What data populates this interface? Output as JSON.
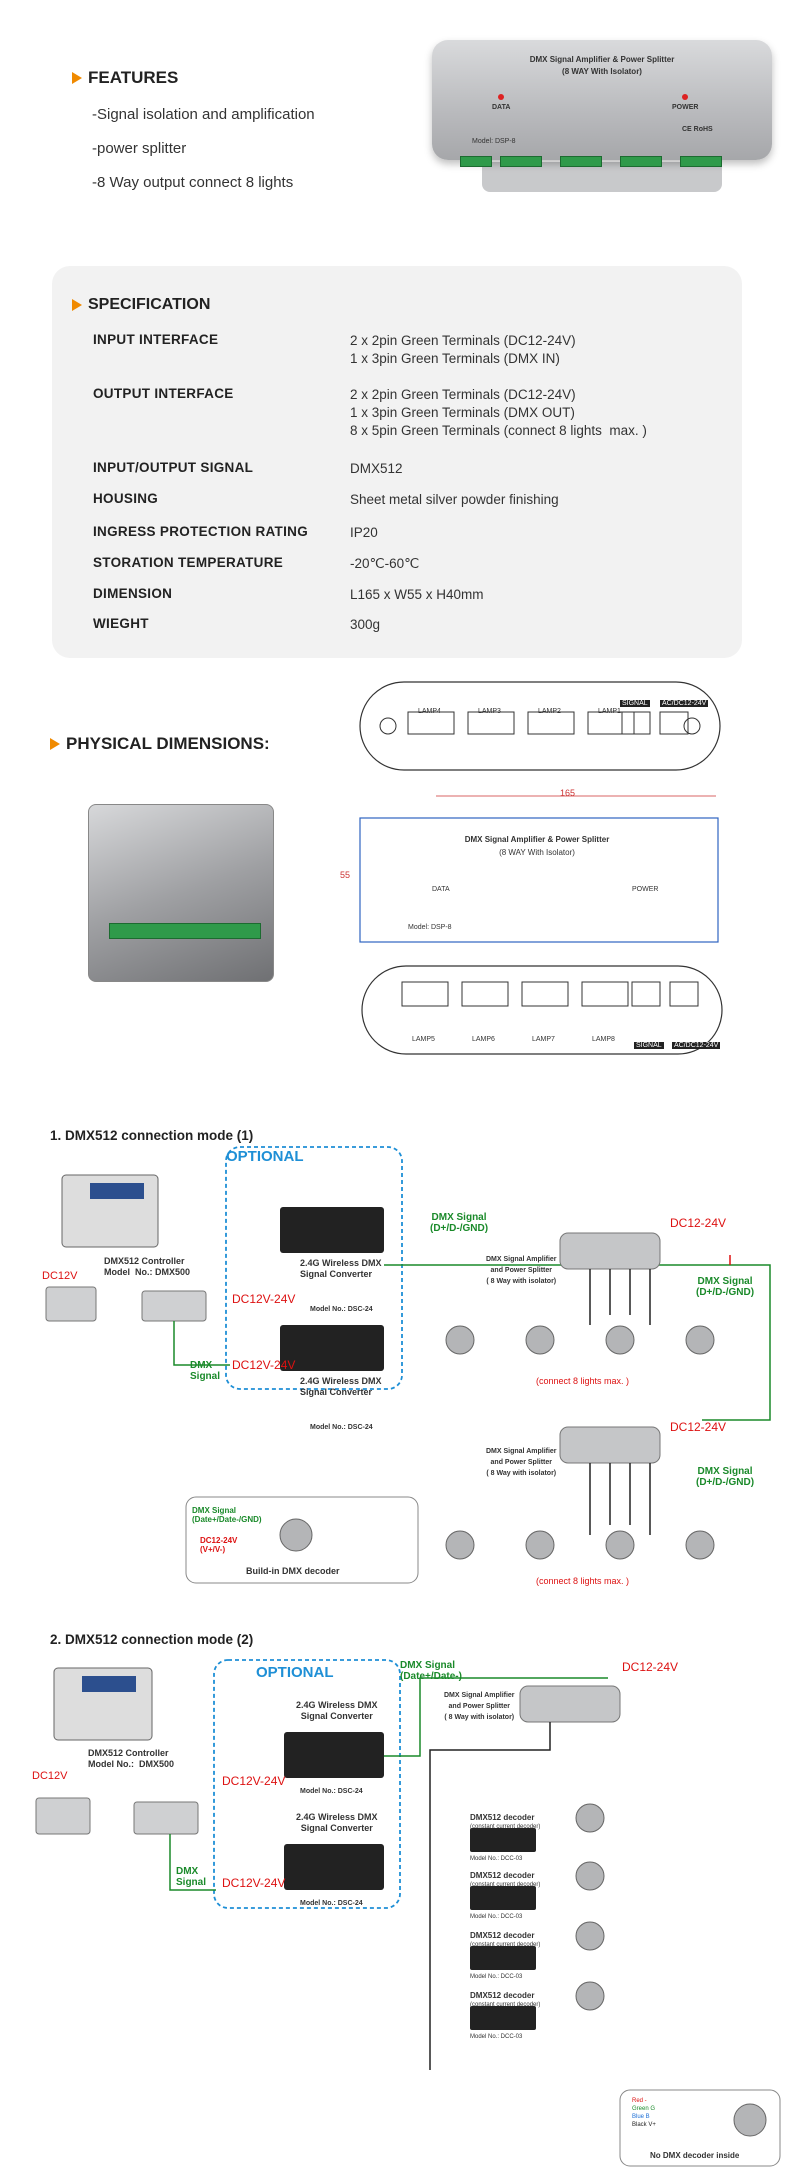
{
  "features": {
    "title": "FEATURES",
    "items": [
      "-Signal isolation and amplification",
      "-power splitter",
      "-8 Way output  connect 8 lights"
    ]
  },
  "device": {
    "title_line1": "DMX Signal Amplifier & Power Splitter",
    "title_line2": "(8 WAY With Isolator)",
    "data_label": "DATA",
    "power_label": "POWER",
    "model": "Model: DSP-8",
    "marks": "CE  RoHS"
  },
  "spec": {
    "title": "SPECIFICATION",
    "rows": [
      {
        "label": "INPUT INTERFACE",
        "value": "2 x 2pin Green Terminals (DC12-24V)\n1 x 3pin Green Terminals (DMX IN)"
      },
      {
        "label": "OUTPUT INTERFACE",
        "value": "2 x 2pin Green Terminals (DC12-24V)\n1 x 3pin Green Terminals (DMX OUT)\n8 x 5pin Green Terminals (connect 8 lights  max. )"
      },
      {
        "label": "INPUT/OUTPUT SIGNAL",
        "value": "DMX512"
      },
      {
        "label": "HOUSING",
        "value": "Sheet metal silver powder finishing"
      },
      {
        "label": "INGRESS PROTECTION RATING",
        "value": "IP20"
      },
      {
        "label": "STORATION TEMPERATURE",
        "value": "-20℃-60℃"
      },
      {
        "label": "DIMENSION",
        "value": "L165 x W55 x H40mm"
      },
      {
        "label": "WIEGHT",
        "value": "300g"
      }
    ]
  },
  "physical": {
    "title": "PHYSICAL DIMENSIONS:",
    "top_lamps": [
      "LAMP4",
      "LAMP3",
      "LAMP2",
      "LAMP1"
    ],
    "top_right": [
      "SIGNAL",
      "AC/DC12-24V"
    ],
    "width_dim": "165",
    "height_dim": "55",
    "panel_title1": "DMX Signal Amplifier & Power Splitter",
    "panel_title2": "(8 WAY With Isolator)",
    "panel_data": "DATA",
    "panel_power": "POWER",
    "panel_model": "Model: DSP-8",
    "bottom_lamps": [
      "LAMP5",
      "LAMP6",
      "LAMP7",
      "LAMP8"
    ],
    "bottom_right": [
      "SIGNAL",
      "AC/DC12-24V"
    ]
  },
  "mode1": {
    "title": "1. DMX512 connection mode (1)",
    "optional": "OPTIONAL",
    "converter": "2.4G Wireless DMX\nSignal Converter",
    "conv_model": "Model No.: DSC-24",
    "dc_conv": "DC12V-24V",
    "controller": "DMX512 Controller\nModel  No.: DMX500",
    "dc12v": "DC12V",
    "dmx_signal": "DMX\nSignal",
    "dmx_signal_line": "DMX Signal\n(D+/D-/GND)",
    "amp_label": "DMX Signal Amplifier\nand Power Splitter\n( 8 Way with isolator)",
    "dc1224": "DC12-24V",
    "connect": "(connect 8 lights max. )",
    "callout_signal": "DMX Signal\n(Date+/Date-/GND)",
    "callout_dc": "DC12-24V\n(V+/V-)",
    "callout_text": "Build-in DMX decoder"
  },
  "mode2": {
    "title": "2. DMX512 connection mode (2)",
    "optional": "OPTIONAL",
    "converter": "2.4G Wireless DMX\nSignal Converter",
    "conv_model": "Model No.: DSC-24",
    "dc_conv": "DC12V-24V",
    "controller": "DMX512 Controller\nModel No.:  DMX500",
    "dc12v": "DC12V",
    "dmx_signal": "DMX\nSignal",
    "dmx_signal_line": "DMX Signal\n(Date+/Date-)",
    "dc1224": "DC12-24V",
    "amp_label": "DMX Signal Amplifier\nand Power Splitter\n( 8 Way with isolator)",
    "decoder": "DMX512 decoder",
    "decoder_sub": "(constant current decoder)",
    "decoder_model": "Model No.: DCC-03",
    "wires": [
      "Red  -",
      "Green  G",
      "Blue  B",
      "Black  V+"
    ],
    "no_decoder": "No DMX decoder inside"
  },
  "colors": {
    "accent": "#f08a00",
    "green": "#1a8a2a",
    "red": "#d11111",
    "optional_blue": "#1e8fd6"
  }
}
